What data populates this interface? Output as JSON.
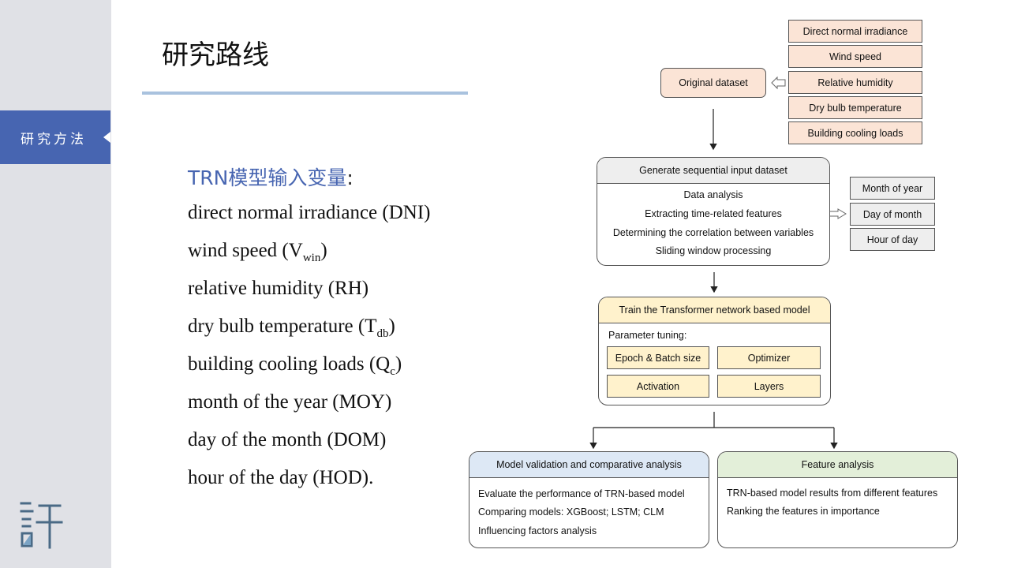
{
  "sidebar": {
    "active_label": "研究方法"
  },
  "page": {
    "title": "研究路线"
  },
  "variables": {
    "heading": "TRN模型输入变量",
    "colon": ":",
    "items": {
      "dni": "direct normal irradiance (DNI)",
      "wind_pre": "wind speed (V",
      "wind_sub": "win",
      "wind_post": ")",
      "rh": "relative humidity (RH)",
      "tdb_pre": "dry bulb temperature (T",
      "tdb_sub": "db",
      "tdb_post": ")",
      "qc_pre": "building cooling loads (Q",
      "qc_sub": "c",
      "qc_post": ")",
      "moy": "month of the year (MOY)",
      "dom": "day of the month (DOM)",
      "hod": "hour of the day (HOD)."
    }
  },
  "flowchart": {
    "inputs": [
      "Direct normal irradiance",
      "Wind speed",
      "Relative humidity",
      "Dry bulb temperature",
      "Building cooling loads"
    ],
    "original_dataset": "Original dataset",
    "generate": {
      "header": "Generate sequential input dataset",
      "steps": [
        "Data analysis",
        "Extracting time-related features",
        "Determining the correlation between variables",
        "Sliding window processing"
      ]
    },
    "time_features": [
      "Month of year",
      "Day of month",
      "Hour of day"
    ],
    "train": {
      "header": "Train the Transformer network based model",
      "tuning_label": "Parameter tuning:",
      "params": [
        "Epoch & Batch size",
        "Optimizer",
        "Activation",
        "Layers"
      ]
    },
    "validation": {
      "header": "Model validation and comparative analysis",
      "lines": [
        "Evaluate the performance of TRN-based model",
        "Comparing models: XGBoost; LSTM; CLM",
        "Influencing factors analysis"
      ]
    },
    "feature_analysis": {
      "header": "Feature analysis",
      "lines": [
        "TRN-based model results from different features",
        "Ranking the features in importance"
      ]
    }
  },
  "colors": {
    "accent": "#4765b1",
    "sidebar_bg": "#e0e1e6",
    "orange_fill": "#fbe4d6",
    "yellow_fill": "#fff2cc",
    "blue_header": "#dde8f5",
    "green_header": "#e3efd9"
  }
}
